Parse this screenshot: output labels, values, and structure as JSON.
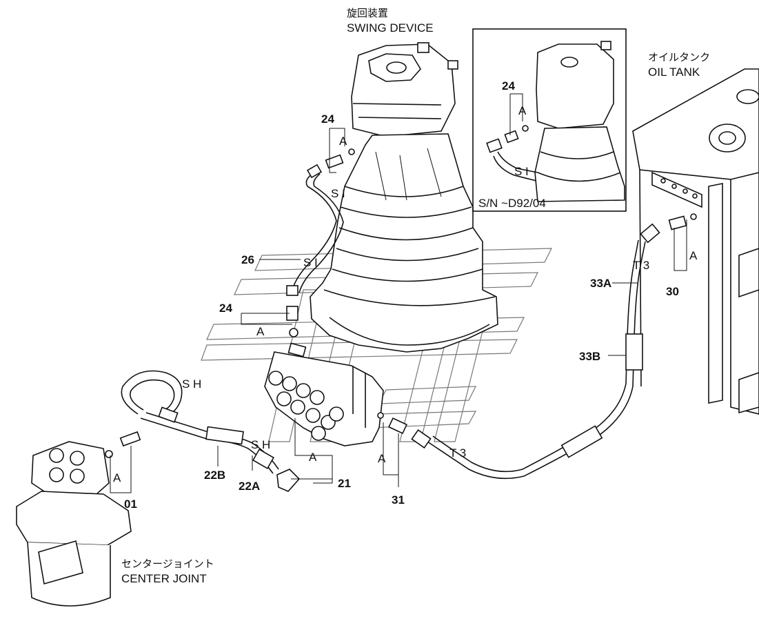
{
  "labels": {
    "swing_device_jp": "旋回装置",
    "swing_device_en": "SWING DEVICE",
    "oil_tank_jp": "オイルタンク",
    "oil_tank_en": "OIL TANK",
    "center_joint_jp": "センタージョイント",
    "center_joint_en": "CENTER JOINT",
    "serial_note": "S/N      ~D92/04"
  },
  "parts": {
    "p24_top": "24",
    "p24_mid": "24",
    "p24_inset": "24",
    "p26": "26",
    "p33a": "33A",
    "p33b": "33B",
    "p30": "30",
    "p21": "21",
    "p22a": "22A",
    "p22b": "22B",
    "p01": "01",
    "p31": "31"
  },
  "letters": {
    "a_top": "A",
    "a_mid": "A",
    "a_inset": "A",
    "a_tank": "A",
    "a_cj": "A",
    "a_valve": "A",
    "a_31": "A"
  },
  "hose_marks": {
    "si_top": "S I",
    "si_mid": "S I",
    "si_inset": "S I",
    "sh_left": "S H",
    "sh_right": "S H",
    "t3_tank": "T 3",
    "t3_bottom": "T 3"
  }
}
